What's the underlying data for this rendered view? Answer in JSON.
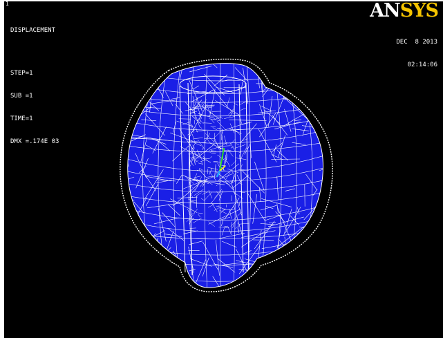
{
  "window_number": "1",
  "plot_type": "DISPLACEMENT",
  "step": "STEP=1",
  "sub": "SUB =1",
  "time": "TIME=1",
  "dmx": "DMX =.174E 03",
  "logo": {
    "part1": "AN",
    "part2": "SYS"
  },
  "date": "DEC  8 2013",
  "time_of_day": "02:14:06",
  "colors": {
    "background": "#000000",
    "mesh_fill": "#1a1fe6",
    "mesh_lines": "#ffffff",
    "logo_accent": "#f5c400",
    "triad_x": "#2bd52b",
    "triad_y": "#f0f020",
    "triad_z": "#26a7ff"
  }
}
